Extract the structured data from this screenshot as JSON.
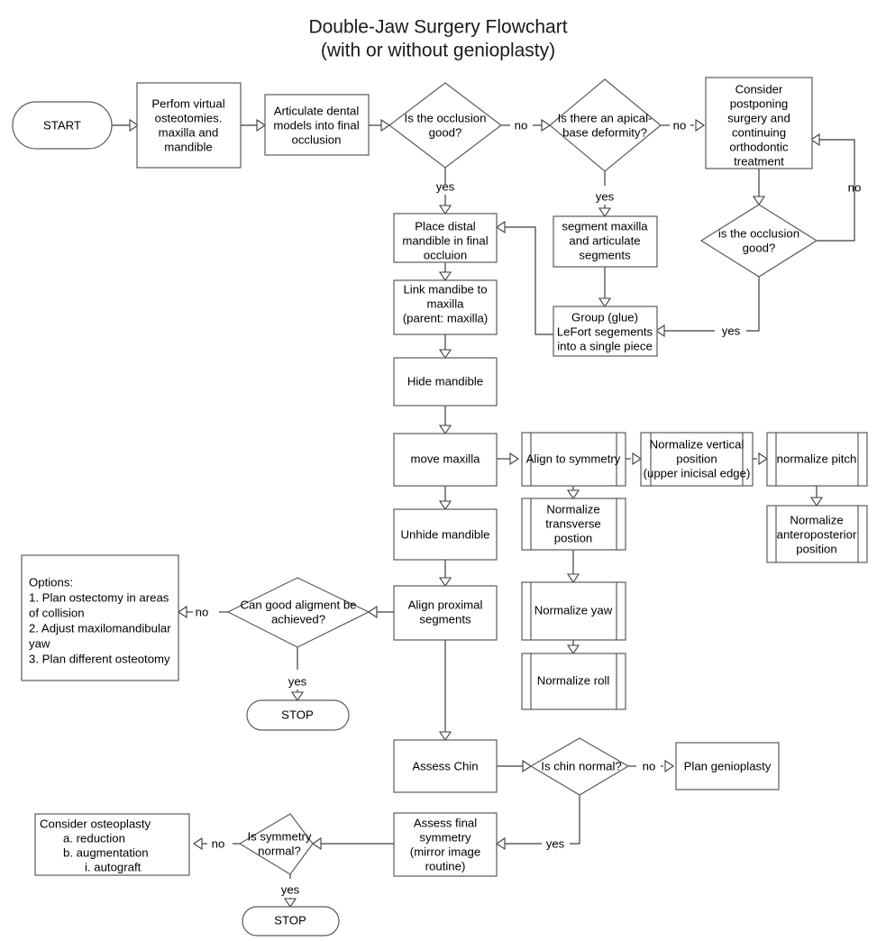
{
  "title": {
    "line1": "Double-Jaw Surgery Flowchart",
    "line2": "(with or without genioplasty)"
  },
  "colors": {
    "background": "#ffffff",
    "stroke": "#5a5a5a",
    "edge": "#3c3c3c",
    "text": "#000000"
  },
  "nodes": {
    "start": {
      "label": "START",
      "shape": "terminator"
    },
    "perform_osteotomies": {
      "label": "Perfom virtual\nosteotomies.\nmaxilla and\nmandible",
      "shape": "process"
    },
    "articulate_models": {
      "label": "Articulate dental\nmodels into final\nocclusion",
      "shape": "process"
    },
    "occlusion_good_1": {
      "label": "Is the occlusion\ngood?",
      "shape": "decision"
    },
    "apical_base_deformity": {
      "label": "Is there an apical-\nbase deformity?",
      "shape": "decision"
    },
    "consider_postponing": {
      "label": "Consider\npostponing\nsurgery and\ncontinuing\northodontic\ntreatment",
      "shape": "process"
    },
    "occlusion_good_2": {
      "label": "is the occlusion\ngood?",
      "shape": "decision"
    },
    "place_distal_mandible": {
      "label": "Place distal\nmandible in final\noccluion",
      "shape": "process"
    },
    "segment_maxilla": {
      "label": "segment maxilla\nand articulate\nsegments",
      "shape": "process"
    },
    "group_glue": {
      "label": "Group (glue)\nLeFort segements\ninto a single piece",
      "shape": "process"
    },
    "link_mandible": {
      "label": "Link mandibe to\nmaxilla\n(parent: maxilla)",
      "shape": "process"
    },
    "hide_mandible": {
      "label": "Hide mandible",
      "shape": "process"
    },
    "move_maxilla": {
      "label": "move maxilla",
      "shape": "process"
    },
    "align_to_symmetry": {
      "label": "Align to symmetry",
      "shape": "predefined-process"
    },
    "normalize_vertical": {
      "label": "Normalize vertical\nposition\n(upper inicisal edge)",
      "shape": "predefined-process"
    },
    "normalize_pitch": {
      "label": "normalize pitch",
      "shape": "predefined-process"
    },
    "normalize_anteroposterior": {
      "label": "Normalize\nanteroposterior\nposition",
      "shape": "predefined-process"
    },
    "normalize_transverse": {
      "label": "Normalize\ntransverse\npostion",
      "shape": "predefined-process"
    },
    "normalize_yaw": {
      "label": "Normalize yaw",
      "shape": "predefined-process"
    },
    "normalize_roll": {
      "label": "Normalize roll",
      "shape": "predefined-process"
    },
    "unhide_mandible": {
      "label": "Unhide mandible",
      "shape": "process"
    },
    "align_proximal": {
      "label": "Align proximal\nsegments",
      "shape": "process"
    },
    "good_alignment": {
      "label": "Can good aligment be\nachieved?",
      "shape": "decision"
    },
    "options": {
      "label": "Options:\n1. Plan ostectomy in areas\nof collision\n2. Adjust maxilomandibular\nyaw\n3. Plan different osteotomy",
      "shape": "process"
    },
    "stop_1": {
      "label": "STOP",
      "shape": "terminator"
    },
    "assess_chin": {
      "label": "Assess Chin",
      "shape": "process"
    },
    "chin_normal": {
      "label": "Is chin normal?",
      "shape": "decision"
    },
    "plan_genioplasty": {
      "label": "Plan genioplasty",
      "shape": "process"
    },
    "assess_final_symmetry": {
      "label": "Assess final\nsymmetry\n(mirror image\nroutine)",
      "shape": "process"
    },
    "symmetry_normal": {
      "label": "Is symmetry\nnormal?",
      "shape": "decision"
    },
    "consider_osteoplasty": {
      "label": "Consider osteoplasty\n     a. reduction\n     b. augmentation\n          i. autograft",
      "shape": "process"
    },
    "stop_2": {
      "label": "STOP",
      "shape": "terminator"
    }
  },
  "edge_labels": {
    "occlusion1_no": "no",
    "occlusion1_yes": "yes",
    "apical_no": "no",
    "apical_yes": "yes",
    "occlusion2_no": "no",
    "occlusion2_yes": "yes",
    "alignment_no": "no",
    "alignment_yes": "yes",
    "chin_no": "no",
    "chin_yes": "yes",
    "symmetry_no": "no",
    "symmetry_yes": "yes"
  }
}
